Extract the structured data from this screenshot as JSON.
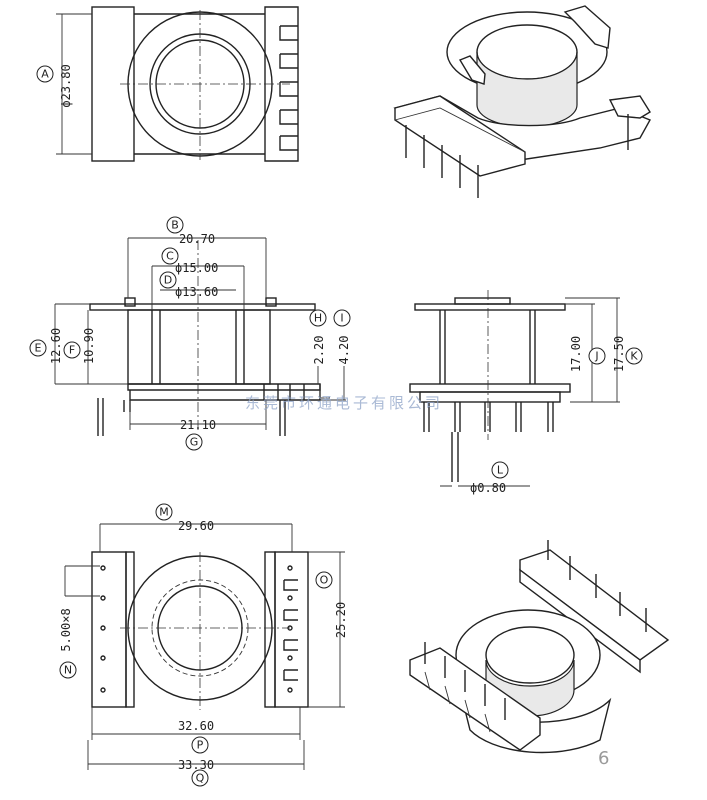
{
  "dimensions": {
    "A": "ϕ23.80",
    "B": "20.70",
    "C": "ϕ15.00",
    "D": "ϕ13.60",
    "E": "12.60",
    "F": "10.90",
    "G": "21.10",
    "H": "2.20",
    "I": "4.20",
    "J": "17.00",
    "K": "17.50",
    "L": "ϕ0.80",
    "M": "29.60",
    "N": "5.00×8",
    "O": "25.20",
    "P": "32.60",
    "Q": "33.30"
  },
  "callouts": [
    "A",
    "B",
    "C",
    "D",
    "E",
    "F",
    "G",
    "H",
    "I",
    "J",
    "K",
    "L",
    "M",
    "N",
    "O",
    "P",
    "Q"
  ],
  "watermark": "东莞市环通电子有限公司",
  "page_number": "6"
}
